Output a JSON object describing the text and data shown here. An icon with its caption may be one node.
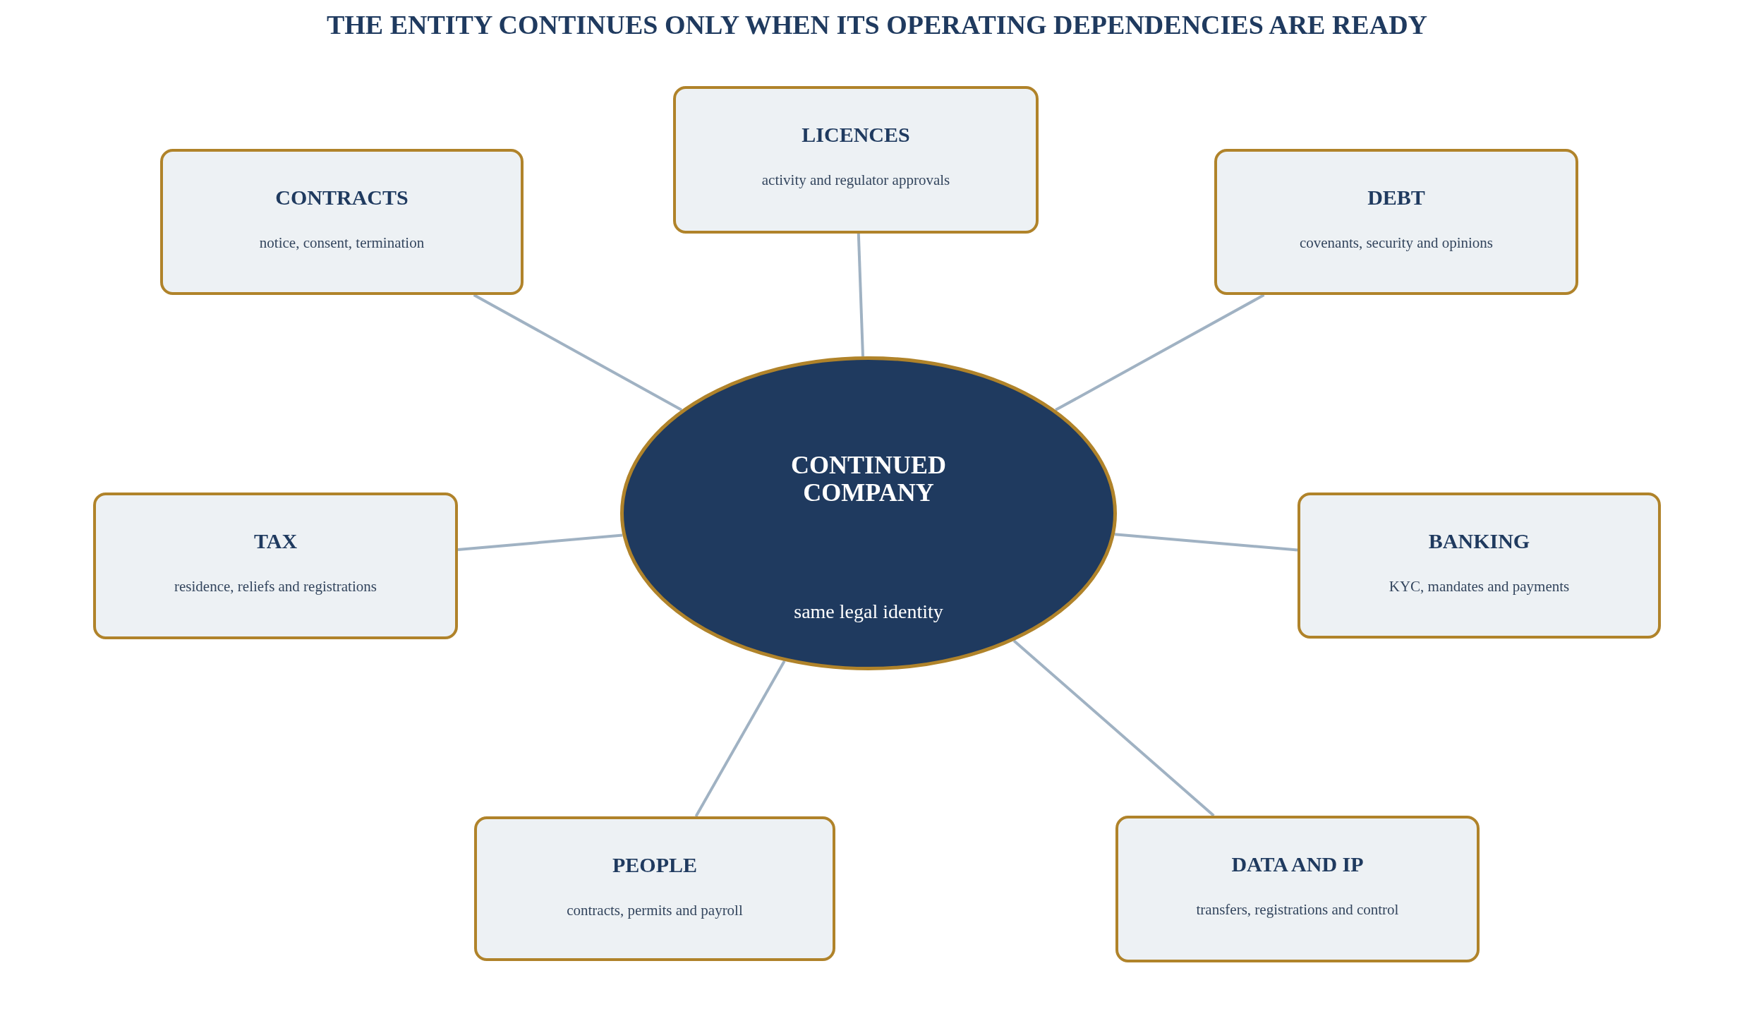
{
  "diagram": {
    "title": "THE ENTITY CONTINUES ONLY WHEN ITS OPERATING DEPENDENCIES ARE READY",
    "nodes": [
      {
        "text": [
          "CONTINUED COMPANY",
          "same legal identity"
        ]
      },
      {
        "text": [
          "LICENCES",
          "activity and regulator approvals"
        ]
      },
      {
        "text": [
          "CONTRACTS",
          "notice, consent, termination"
        ]
      },
      {
        "text": [
          "DEBT",
          "covenants, security and opinions"
        ]
      },
      {
        "text": [
          "TAX",
          "residence, reliefs and registrations"
        ]
      },
      {
        "text": [
          "BANKING",
          "KYC, mandates and payments"
        ]
      },
      {
        "text": [
          "PEOPLE",
          "contracts, permits and payroll"
        ]
      },
      {
        "text": [
          "DATA AND IP",
          "transfers, registrations and control"
        ]
      }
    ],
    "edges": [
      {
        "from": 0,
        "to": 1,
        "arrow": "none"
      },
      {
        "from": 0,
        "to": 2,
        "arrow": "none"
      },
      {
        "from": 0,
        "to": 3,
        "arrow": "none"
      },
      {
        "from": 0,
        "to": 4,
        "arrow": "none"
      },
      {
        "from": 0,
        "to": 5,
        "arrow": "none"
      },
      {
        "from": 0,
        "to": 6,
        "arrow": "none"
      },
      {
        "from": 0,
        "to": 7,
        "arrow": "none"
      }
    ]
  }
}
